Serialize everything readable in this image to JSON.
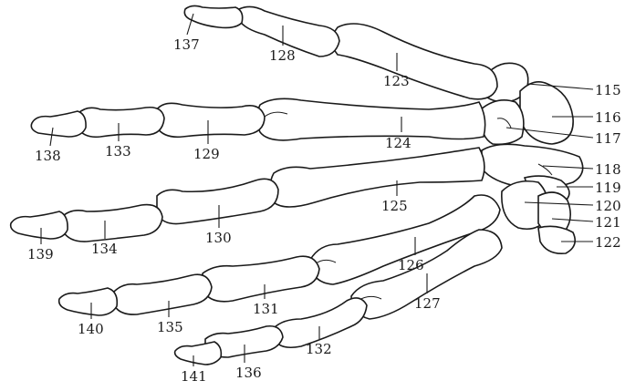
{
  "labels": {
    "l115": "115",
    "l116": "116",
    "l117": "117",
    "l118": "118",
    "l119": "119",
    "l120": "120",
    "l121": "121",
    "l122": "122",
    "l123": "123",
    "l124": "124",
    "l125": "125",
    "l126": "126",
    "l127": "127",
    "l128": "128",
    "l129": "129",
    "l130": "130",
    "l131": "131",
    "l132": "132",
    "l133": "133",
    "l134": "134",
    "l135": "135",
    "l136": "136",
    "l137": "137",
    "l138": "138",
    "l139": "139",
    "l140": "140",
    "l141": "141"
  }
}
